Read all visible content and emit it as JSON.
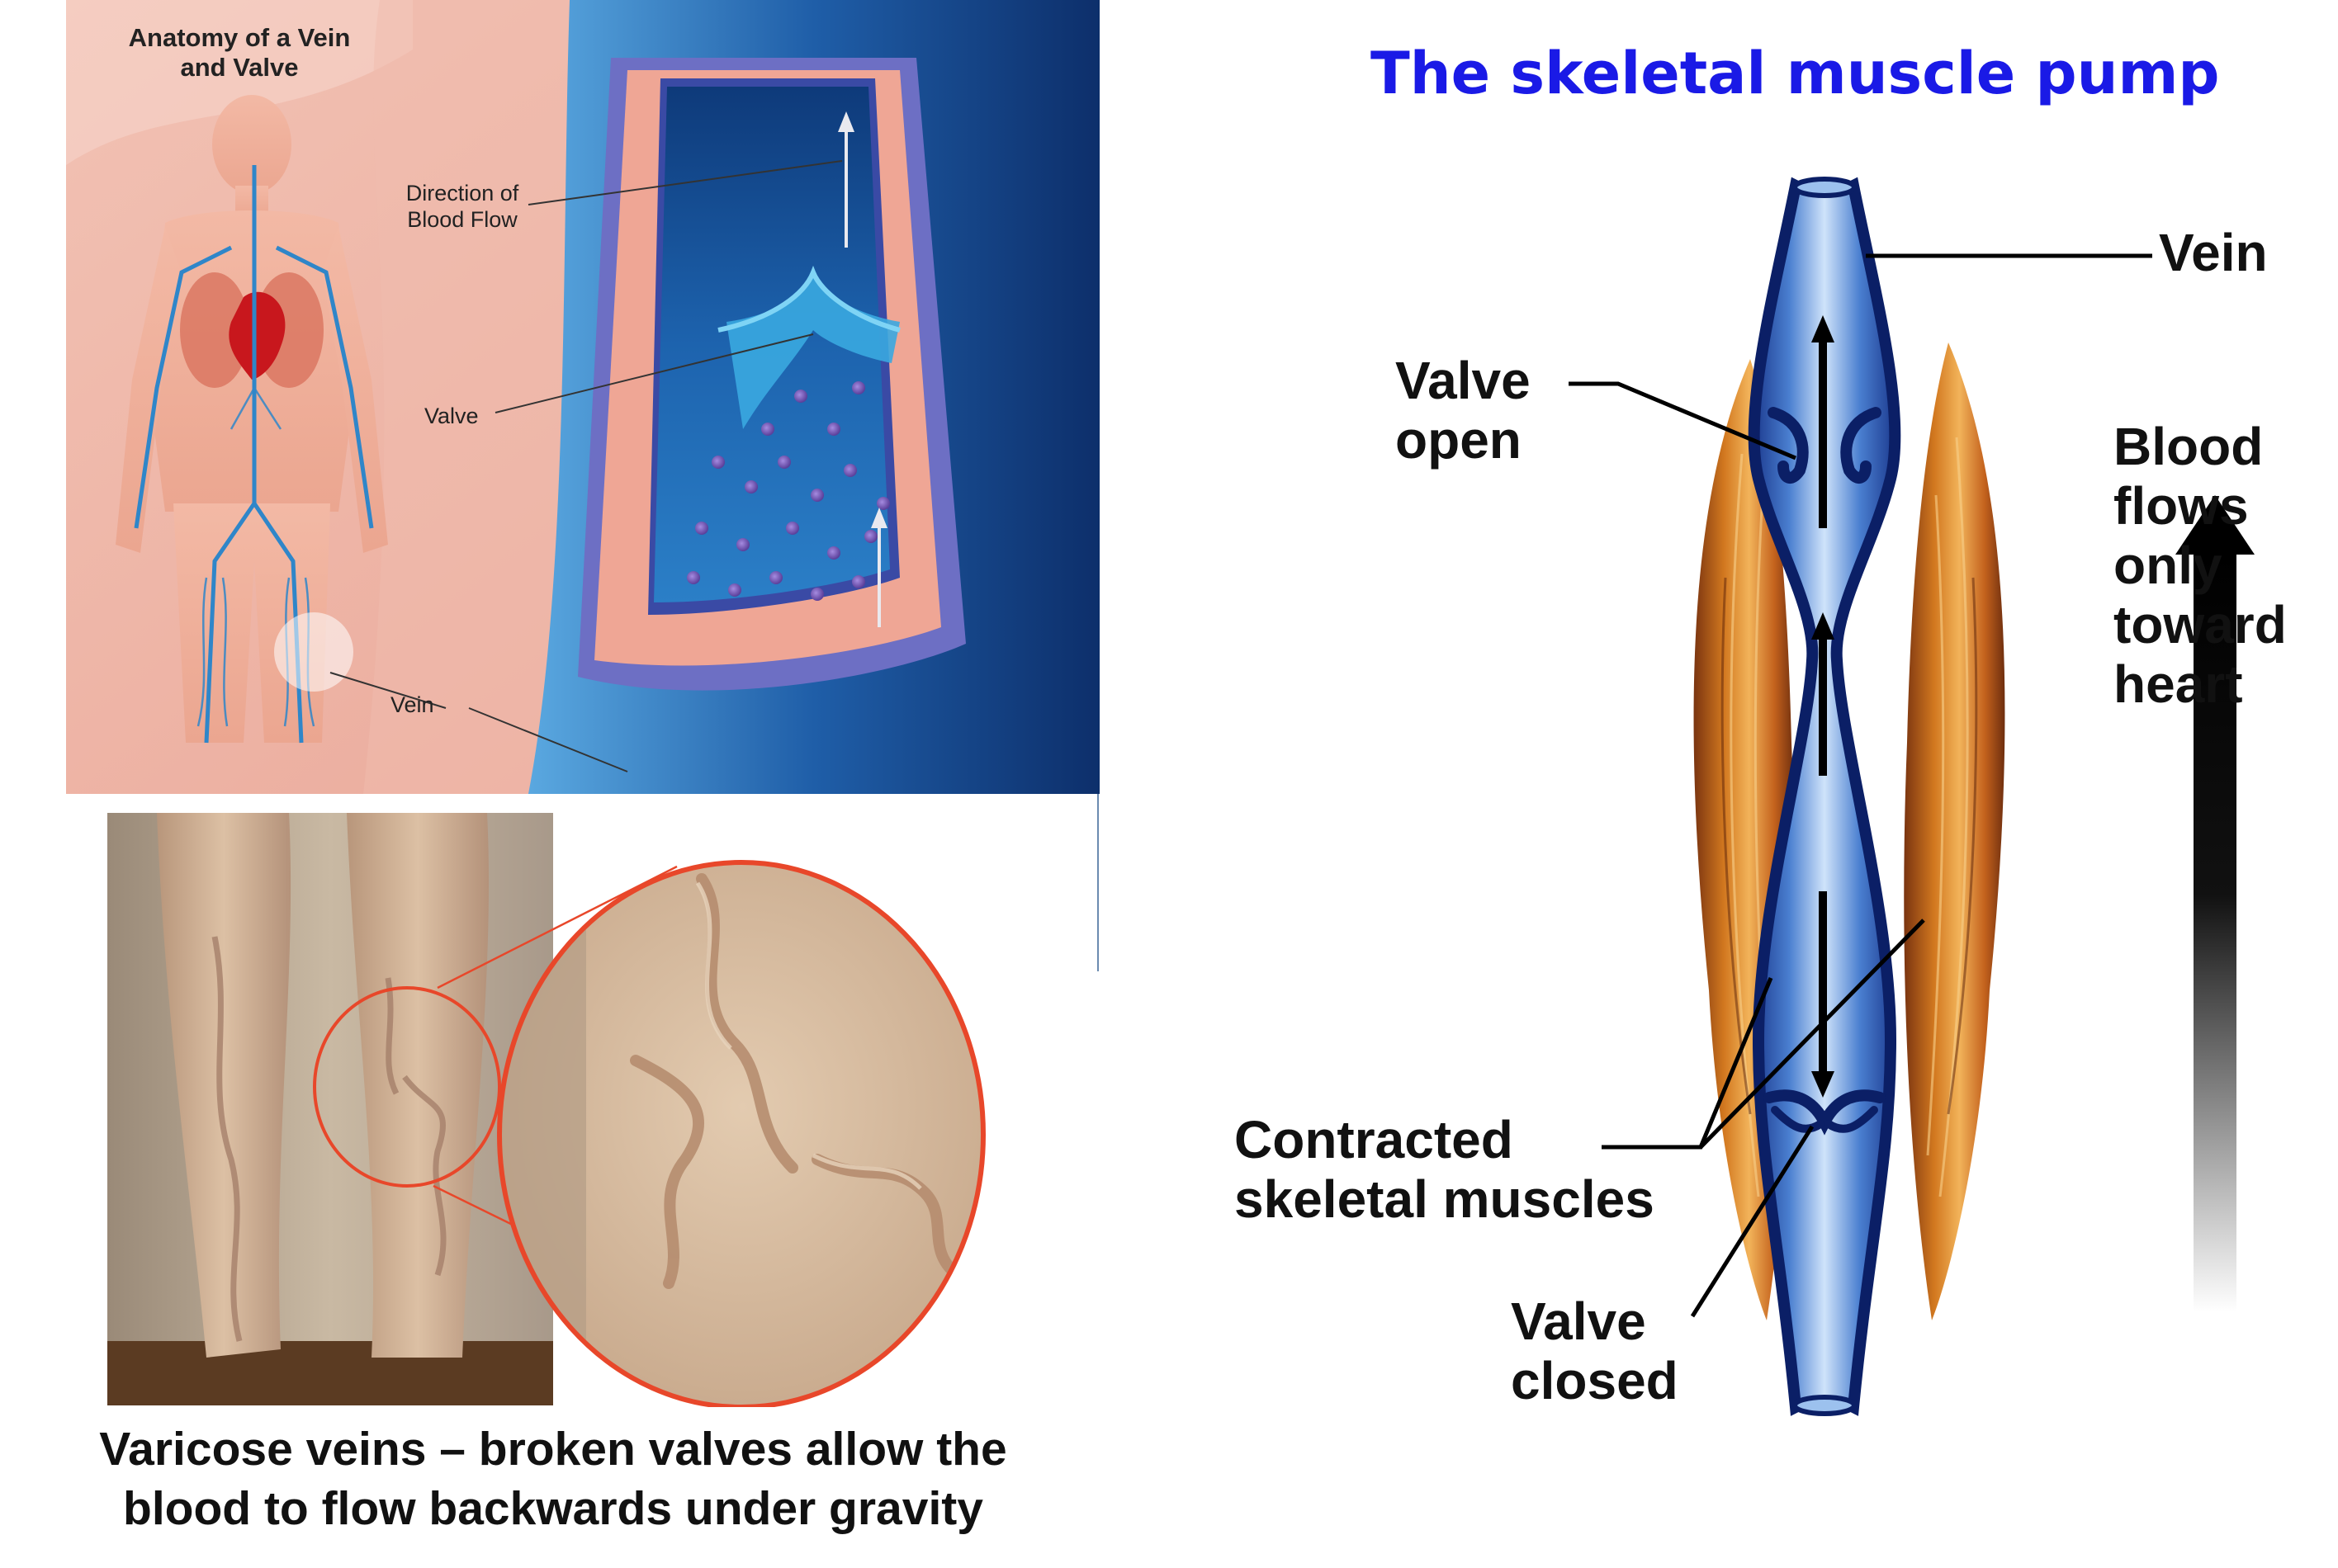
{
  "anatomy_panel": {
    "title_line1": "Anatomy of a Vein",
    "title_line2": "and Valve",
    "label_flow_line1": "Direction of",
    "label_flow_line2": "Blood Flow",
    "label_valve": "Valve",
    "label_vein": "Vein"
  },
  "varicose_panel": {
    "caption_line1": "Varicose veins – broken valves allow the",
    "caption_line2": "blood to flow backwards under gravity"
  },
  "muscle_pump": {
    "title": "The skeletal muscle pump",
    "label_vein": "Vein",
    "label_valve_open_line1": "Valve",
    "label_valve_open_line2": "open",
    "label_muscles_line1": "Contracted",
    "label_muscles_line2": "skeletal muscles",
    "label_valve_closed_line1": "Valve",
    "label_valve_closed_line2": "closed",
    "label_flow_line1": "Blood",
    "label_flow_line2": "flows",
    "label_flow_line3": "only",
    "label_flow_line4": "toward",
    "label_flow_line5": "heart"
  },
  "colors": {
    "title_blue": "#1a1ae6",
    "vein_blue": "#1f3fa0",
    "muscle_orange": "#c4621d",
    "skin": "#d9b89a",
    "zoom_ring": "#e8472a"
  }
}
